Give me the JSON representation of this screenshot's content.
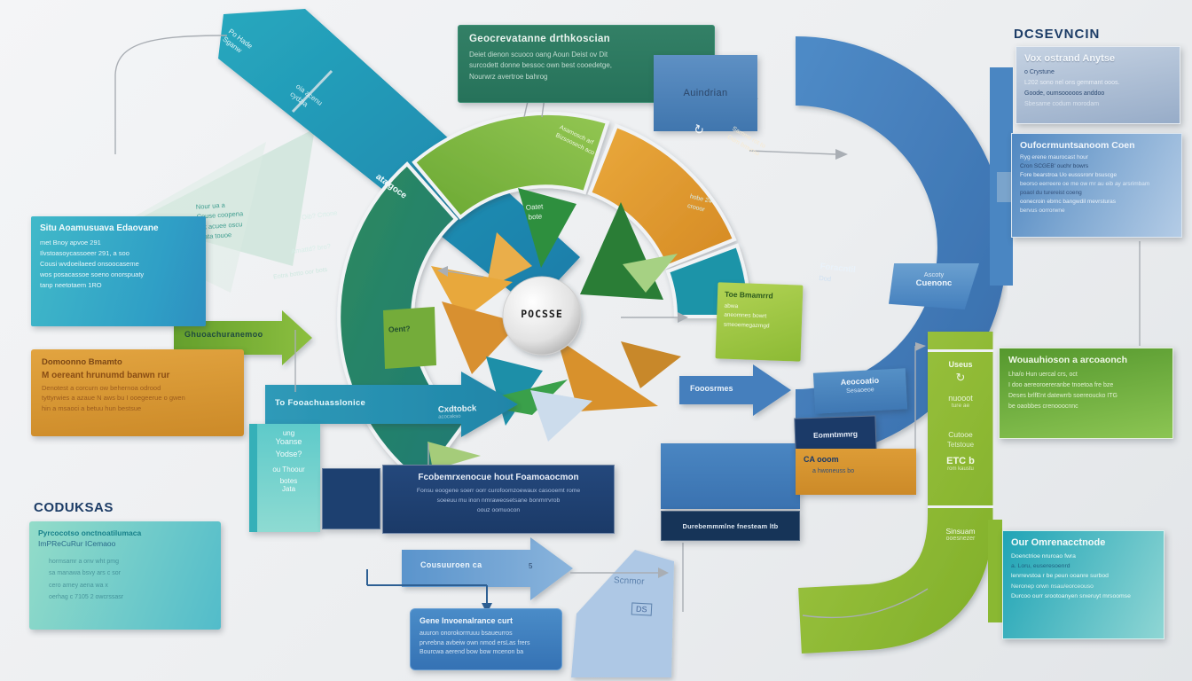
{
  "palette": {
    "teal": "#1f9ab5",
    "green": "#76b43a",
    "dark_green": "#2c7a5e",
    "orange": "#dd9c36",
    "blue": "#4480bd",
    "navy": "#1b3a68",
    "light_panel": "#a8c4e2"
  },
  "top_green_box": {
    "title": "Geocrevatanne drthkoscian",
    "lines": [
      "Deiet dienon scuoco oang Aoun  Deist ov Dit",
      "surcodett donne bessoc own best cooedetge,",
      "Nourwrz avertroe bahrog"
    ]
  },
  "auindrian_box": {
    "label": "Auindrian"
  },
  "teal_band": {
    "label1a": "Po Hade",
    "label1b": "Sganw",
    "label2a": "oia acenu",
    "label2b": "cydzia",
    "label3": "ata'goce"
  },
  "faded_arrow": {
    "lines": [
      "Nour ua a",
      "Couse coopena",
      "oot acuee oscu",
      "roata touoe"
    ]
  },
  "left_teal_card": {
    "title": "Situ Aoamusuava Edaovane",
    "lines": [
      "met Bnoy apvoe 291",
      "Ilvstoasoycassoeer 291, a soo",
      "Cousi wvdoeilaeed onsoocaseme",
      "wos posacassoe soeno onorspuaty",
      "tanp neetotaem 1RO"
    ]
  },
  "green_arrow": {
    "label": "Ghuoachuranemoo"
  },
  "orange_box": {
    "title": "Domoonno Bmamto",
    "subtitle": "M oereant hrunumd banwn rur",
    "lines": [
      "Denotest a corcurn ow behernoa odrood",
      "tyttyrwies a azaue N aws bu I ooegeerue o gwen",
      "hin a msaoci a betuu hun bestsue"
    ]
  },
  "to_arrow": {
    "label": "To Fooachuasslonice"
  },
  "mini_teal_card": {
    "lines": [
      "ung",
      "Yoanse",
      "Yodse?",
      "ou  Thoour",
      "botes",
      "Jata"
    ]
  },
  "codukss": {
    "heading": "CODUKSAS",
    "line1": "Pyrcocotso onctnoatilumaca",
    "line2": "ImPReCuRur ICemaoo",
    "faint_lines": [
      "hormsamr a onv wht pmg",
      "sa manawa bsvy ars c sor",
      "cero arney aena wa x",
      "oerhag c 7105 2 owcrssasr"
    ]
  },
  "center_navy_box": {
    "title": "Fcobemrxenocue hout Foamoaocmon",
    "lines": [
      "Fonsu eoogene soerr oorr curofoomzoewaux casooemt rome",
      "soeeuu mu inon nmraweosetsane bonmrrvrob",
      "oouz oomuocon"
    ]
  },
  "durbo_bar": {
    "label": "Durebemmmlne fnesteam ltb"
  },
  "bottom_arrow": {
    "label": "Cousuuroen ca",
    "number": "5"
  },
  "gene_box": {
    "title": "Gene Invoenalrance curt",
    "lines": [
      "auuron onorokorrruuu bsaueurros",
      "prvrebna avbeiw own nmod ersLas frers",
      "Bourcwa aerend bow bow mcenon ba"
    ]
  },
  "folder": {
    "label": "Scnmor",
    "badge": "DS"
  },
  "ring": {
    "left_labels": [
      "Oib? Crtone",
      "Amattd? bro?",
      "Eotra botto oor bots"
    ],
    "top_label_a": "Asamosch arf",
    "top_label_b": "Bizsoosech aco p",
    "orange_icon": "↻",
    "orange_label_a": "Samme rot to",
    "orange_label_b": "Odm bmvrno",
    "teal_label_a": "hobe 24",
    "teal_label_b": "crooor",
    "tri_top_a": "Oatet",
    "tri_top_b": "bote",
    "oent_label": "Oent?",
    "cxd_label": "Cxdtobck",
    "cxd_sub": "acocakso",
    "sphere_label": "POCSSE"
  },
  "green_card": {
    "title": "Toe Bmamrrd",
    "lines": [
      "abwa",
      "aneomnes bowrt",
      "smeoemegazmgd"
    ]
  },
  "fooosrmes_arrow": {
    "label": "Fooosrmes"
  },
  "blue_arc": {
    "label_a": "Foracntil",
    "label_b": "Dod"
  },
  "ascoty_box": {
    "line1": "Ascoty",
    "line2": "Cuenonc"
  },
  "aeocoatio_box": {
    "line1": "Aeocoatio",
    "line2": "Sesaoeoe"
  },
  "eomntmmrg_box": {
    "label": "Eomntmmrg"
  },
  "ca_box": {
    "line1": "CA ooom",
    "line2": "a hwoneuss bo"
  },
  "green_bar": {
    "item1": "Useus",
    "icon": "↻",
    "item2": "nuooot",
    "item2b": "ture ae",
    "item3": "Cutooe",
    "item4": "Tetstoue",
    "item5": "ETC b",
    "item5b": "rom kaustu",
    "below_a": "Sinsuam",
    "below_b": "ooesnezer"
  },
  "right_panels": {
    "heading": "DCSEVNCIN",
    "p1": {
      "title": "Vox ostrand Anytse",
      "lines": [
        "o Crystune",
        "L202 sono nel ons gemmant ooos.",
        "Goode, oumsooooos anddoo",
        "Sbesame codum morodam"
      ]
    },
    "p2": {
      "title": "Oufocrmuntsanoom Coen",
      "lines": [
        "Ryg erene maurocast hour",
        "Cron SCGEB' ouchr bowrs",
        "Fore bearstroa Uo eusssronr bsuscge",
        "beorso eerreere oe me ow mr au eib ay arsrimbam",
        "poaol du turereist coeng",
        "oonecroin ebrnc bangwdil mevrsturas",
        "bervus oorrorwne"
      ]
    },
    "p3": {
      "title": "Wouauhioson a arcoaonch",
      "lines": [
        "Lha/o Hun uercal crs, oct",
        "I doo aereoroereranbe tnoetoa fre bze",
        "Deses brlfEnt datewrrb soereoucko ITG",
        "be oaobbes crenooocnnc"
      ]
    },
    "p4": {
      "title": "Our Omrenacctnode",
      "lines": [
        "Doenctrioe nruroao fwra",
        "a. Loru, euseresoenrd",
        "lenrrevstoa r be peun ooanre surbod",
        "Neronep orwn nsau/eorceouso",
        "Durcoo ourr srootoanyen srxeruyt mrsoomse"
      ]
    }
  }
}
